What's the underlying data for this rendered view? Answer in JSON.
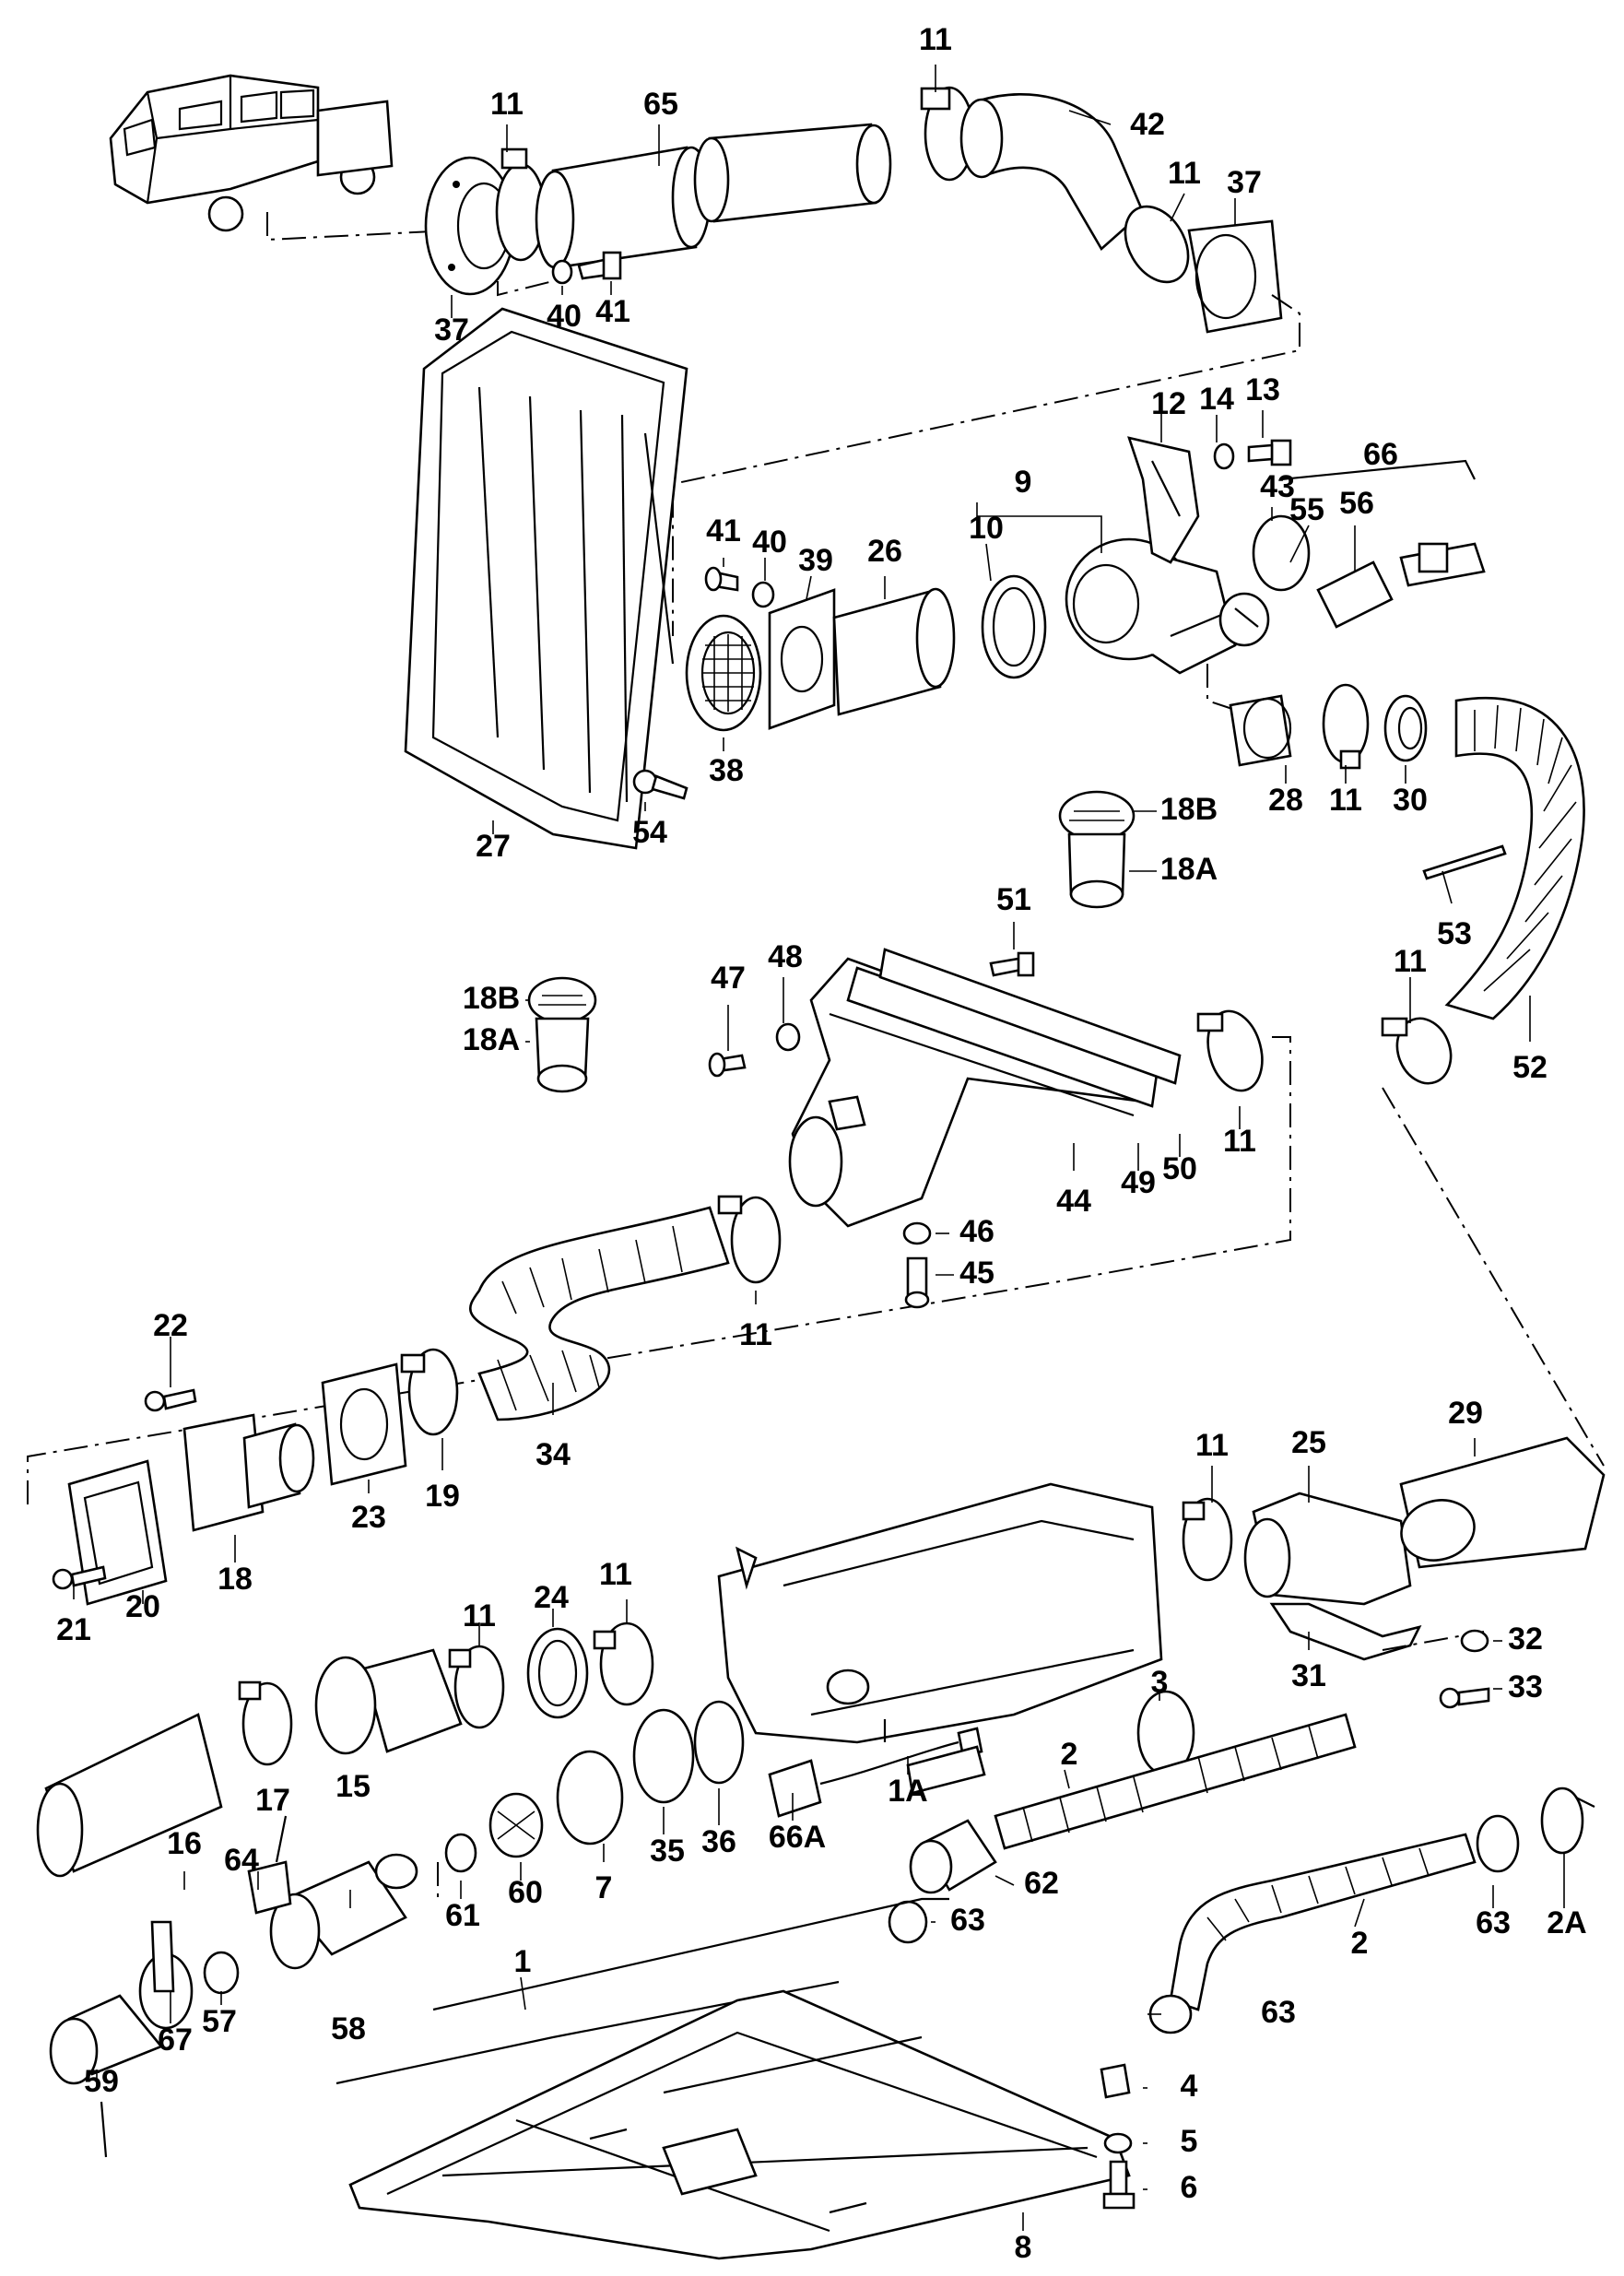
{
  "labels": {
    "p11a": "11",
    "p65": "65",
    "p11b": "11",
    "p42": "42",
    "p11c": "11",
    "p37a": "37",
    "p37b": "37",
    "p40a": "40",
    "p41a": "41",
    "p12": "12",
    "p14": "14",
    "p13": "13",
    "p66": "66",
    "p9": "9",
    "p43": "43",
    "p55": "55",
    "p56": "56",
    "p41b": "41",
    "p40b": "40",
    "p39": "39",
    "p26": "26",
    "p10": "10",
    "p38": "38",
    "p27": "27",
    "p54": "54",
    "p28": "28",
    "p11d": "11",
    "p30": "30",
    "p18Ba": "18B",
    "p18Aa": "18A",
    "p53": "53",
    "p51": "51",
    "p47": "47",
    "p48": "48",
    "p18Bb": "18B",
    "p18Ab": "18A",
    "p11e": "11",
    "p52": "52",
    "p44": "44",
    "p49": "49",
    "p50": "50",
    "p11f": "11",
    "p46": "46",
    "p45": "45",
    "p11g": "11",
    "p34": "34",
    "p22": "22",
    "p23": "23",
    "p19": "19",
    "p18": "18",
    "p20": "20",
    "p21": "21",
    "p11h": "11",
    "p25": "25",
    "p29": "29",
    "p24": "24",
    "p11i": "11",
    "p11j": "11",
    "p32": "32",
    "p33": "33",
    "p31": "31",
    "p3": "3",
    "p2a": "2",
    "p1A": "1A",
    "p66A": "66A",
    "p16": "16",
    "p17": "17",
    "p15": "15",
    "p35": "35",
    "p36": "36",
    "p7": "7",
    "p60": "60",
    "p61": "61",
    "p62": "62",
    "p63a": "63",
    "p64": "64",
    "p57": "57",
    "p67": "67",
    "p58": "58",
    "p59": "59",
    "p1": "1",
    "p63b": "63",
    "p2A": "2A",
    "p2b": "2",
    "p63c": "63",
    "p4": "4",
    "p5": "5",
    "p6": "6",
    "p8": "8"
  }
}
